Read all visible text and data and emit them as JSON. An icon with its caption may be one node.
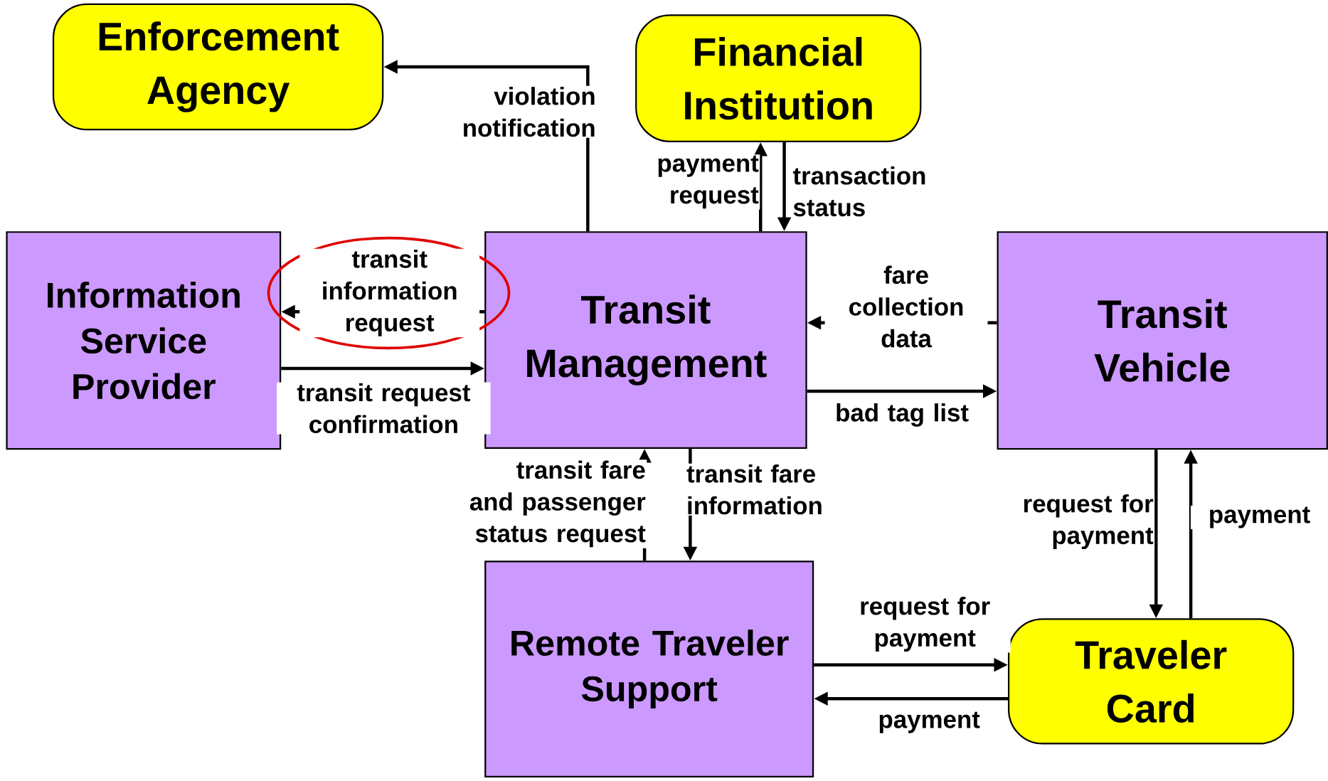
{
  "diagram": {
    "nodes": [
      {
        "text": [
          "Enforcement Agency"
        ]
      },
      {
        "text": [
          "Financial Institution"
        ]
      },
      {
        "text": [
          "Information Service Provider"
        ]
      },
      {
        "text": [
          "Transit Management"
        ]
      },
      {
        "text": [
          "Transit Vehicle"
        ]
      },
      {
        "text": [
          "Remote Traveler Support"
        ]
      },
      {
        "text": [
          "Traveler Card"
        ]
      }
    ],
    "edges": [
      {
        "from": 3,
        "to": 0,
        "arrow": "to",
        "label": "violation notification"
      },
      {
        "from": 3,
        "to": 1,
        "arrow": "to",
        "label": "payment request"
      },
      {
        "from": 1,
        "to": 3,
        "arrow": "to",
        "label": "transaction status"
      },
      {
        "from": 3,
        "to": 2,
        "arrow": "to",
        "label": "transit information request"
      },
      {
        "from": 2,
        "to": 3,
        "arrow": "to",
        "label": "transit request confirmation"
      },
      {
        "from": 4,
        "to": 3,
        "arrow": "to",
        "label": "fare collection data"
      },
      {
        "from": 3,
        "to": 4,
        "arrow": "to",
        "label": "bad tag list"
      },
      {
        "from": 5,
        "to": 3,
        "arrow": "to",
        "label": "transit fare and passenger status request"
      },
      {
        "from": 3,
        "to": 5,
        "arrow": "to",
        "label": "transit fare information"
      },
      {
        "from": 4,
        "to": 6,
        "arrow": "to",
        "label": "request for payment"
      },
      {
        "from": 6,
        "to": 4,
        "arrow": "to",
        "label": "payment"
      },
      {
        "from": 5,
        "to": 6,
        "arrow": "to",
        "label": "request for payment"
      },
      {
        "from": 6,
        "to": 5,
        "arrow": "to",
        "label": "payment"
      }
    ]
  }
}
